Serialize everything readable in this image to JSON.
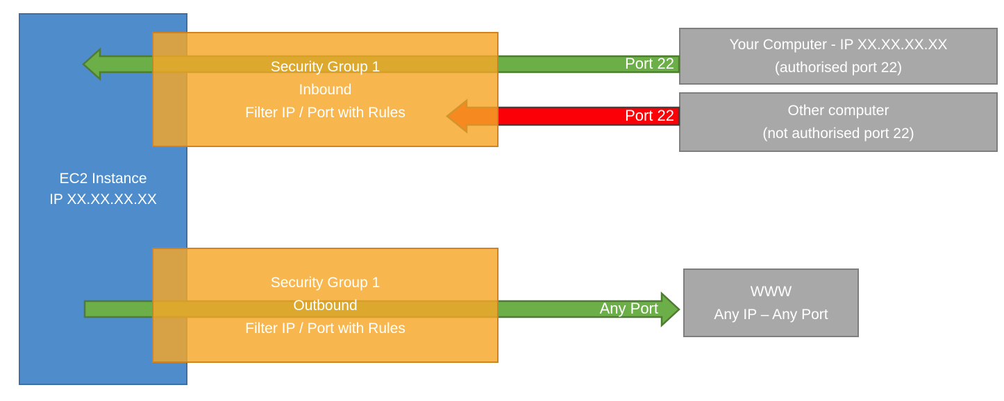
{
  "diagram": {
    "ec2": {
      "line1": "EC2 Instance",
      "line2": "IP XX.XX.XX.XX"
    },
    "sg_inbound": {
      "line1": "Security Group 1",
      "line2": "Inbound",
      "line3": "Filter IP / Port with Rules"
    },
    "sg_outbound": {
      "line1": "Security Group 1",
      "line2": "Outbound",
      "line3": "Filter IP / Port with Rules"
    },
    "your_computer": {
      "line1": "Your Computer - IP XX.XX.XX.XX",
      "line2": "(authorised port 22)"
    },
    "other_computer": {
      "line1": "Other computer",
      "line2": "(not authorised port 22)"
    },
    "www": {
      "line1": "WWW",
      "line2": "Any IP – Any Port"
    },
    "flow_labels": {
      "inbound_allowed": "Port 22",
      "inbound_blocked": "Port 22",
      "outbound": "Any Port"
    },
    "colors": {
      "allowed_arrow": "#6CAE47",
      "allowed_arrow_border": "#4F7B32",
      "blocked_arrow": "#FB0107",
      "blocked_arrow_border": "#3F3F3F",
      "instance_fill": "#4E8CCB",
      "security_group_fill": "#F6AE4B",
      "external_fill": "#A8A8A8"
    }
  }
}
